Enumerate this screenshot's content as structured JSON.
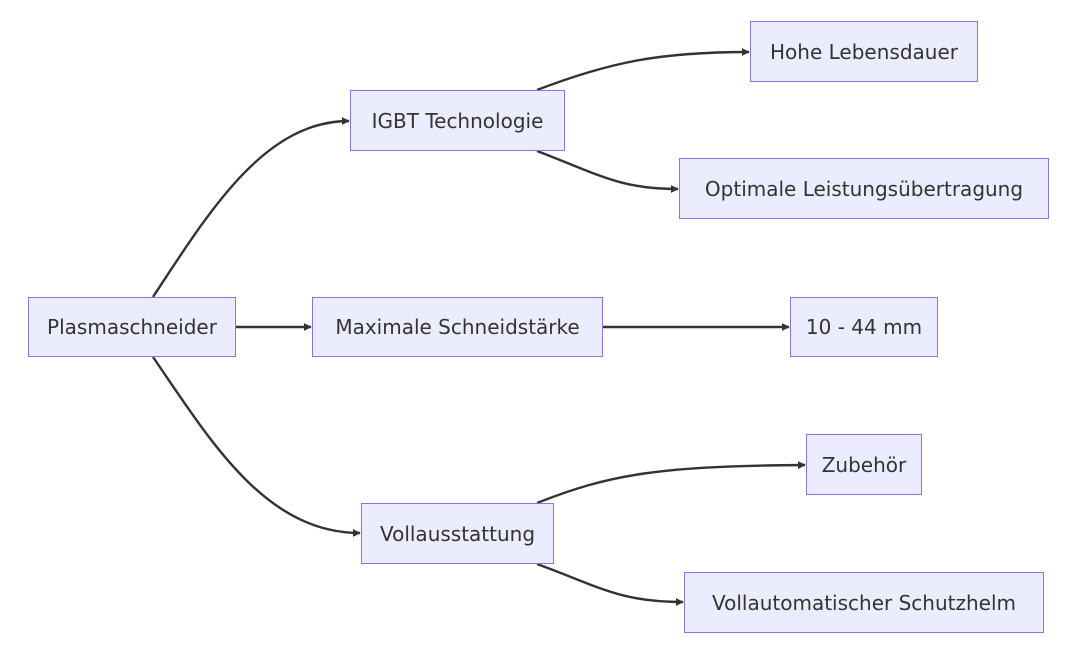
{
  "diagram": {
    "type": "flowchart",
    "direction": "left-to-right",
    "colors": {
      "node_fill": "#ECECFF",
      "node_border": "#9370DB",
      "edge": "#333333",
      "text": "#333333"
    },
    "nodes": {
      "root": "Plasmaschneider",
      "igbt": "IGBT Technologie",
      "lebensdauer": "Hohe Lebensdauer",
      "leistung": "Optimale Leistungsübertragung",
      "schneid": "Maximale Schneidstärke",
      "mm": "10 - 44 mm",
      "voll": "Vollausstattung",
      "zubehoer": "Zubehör",
      "helm": "Vollautomatischer Schutzhelm"
    },
    "edges": [
      {
        "from": "Plasmaschneider",
        "to": "IGBT Technologie"
      },
      {
        "from": "Plasmaschneider",
        "to": "Maximale Schneidstärke"
      },
      {
        "from": "Plasmaschneider",
        "to": "Vollausstattung"
      },
      {
        "from": "IGBT Technologie",
        "to": "Hohe Lebensdauer"
      },
      {
        "from": "IGBT Technologie",
        "to": "Optimale Leistungsübertragung"
      },
      {
        "from": "Maximale Schneidstärke",
        "to": "10 - 44 mm"
      },
      {
        "from": "Vollausstattung",
        "to": "Zubehör"
      },
      {
        "from": "Vollausstattung",
        "to": "Vollautomatischer Schutzhelm"
      }
    ]
  }
}
